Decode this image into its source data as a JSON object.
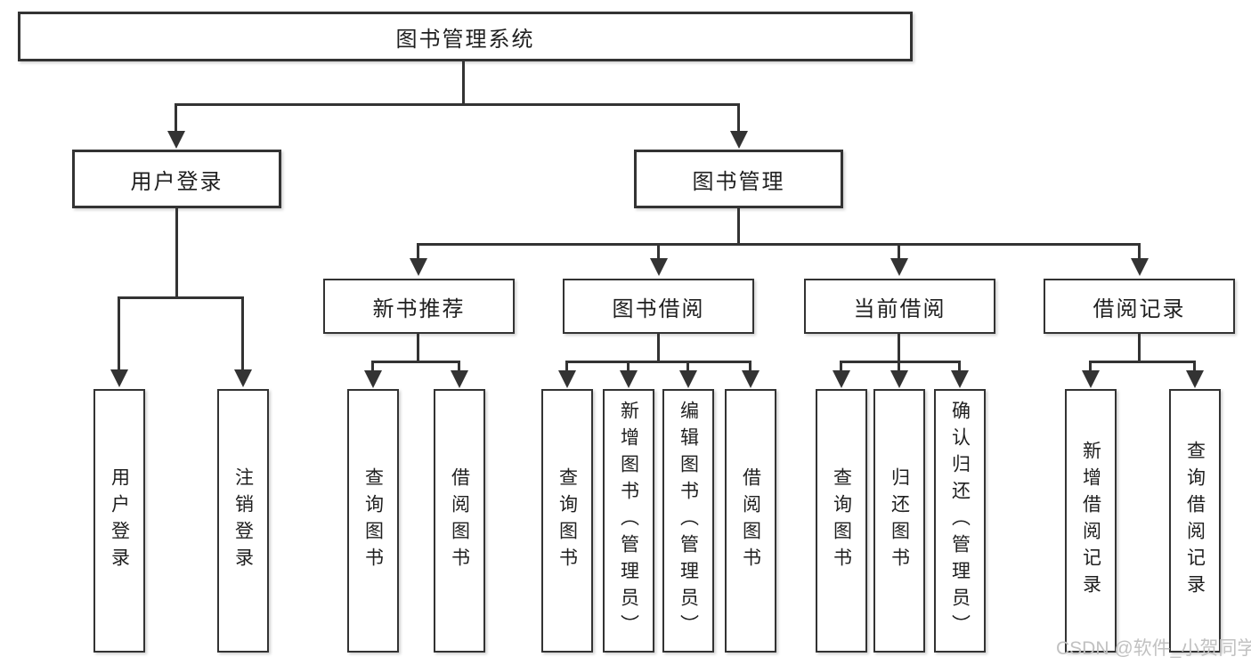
{
  "diagram": {
    "root": {
      "label": "图书管理系统"
    },
    "user_login_branch": {
      "label": "用户登录",
      "children": [
        {
          "label": "用户登录"
        },
        {
          "label": "注销登录"
        }
      ]
    },
    "book_mgmt_branch": {
      "label": "图书管理",
      "sections": [
        {
          "label": "新书推荐",
          "children": [
            {
              "label": "查询图书"
            },
            {
              "label": "借阅图书"
            }
          ]
        },
        {
          "label": "图书借阅",
          "children": [
            {
              "label": "查询图书"
            },
            {
              "label": "新增图书（管理员）"
            },
            {
              "label": "编辑图书（管理员）"
            },
            {
              "label": "借阅图书"
            }
          ]
        },
        {
          "label": "当前借阅",
          "children": [
            {
              "label": "查询图书"
            },
            {
              "label": "归还图书"
            },
            {
              "label": "确认归还（管理员）"
            }
          ]
        },
        {
          "label": "借阅记录",
          "children": [
            {
              "label": "新增借阅记录"
            },
            {
              "label": "查询借阅记录"
            }
          ]
        }
      ]
    },
    "watermark": "CSDN @软件_小贺同学"
  },
  "colors": {
    "line": "#333333",
    "text": "#1f1f1f",
    "watermark": "#c1c1c1"
  }
}
